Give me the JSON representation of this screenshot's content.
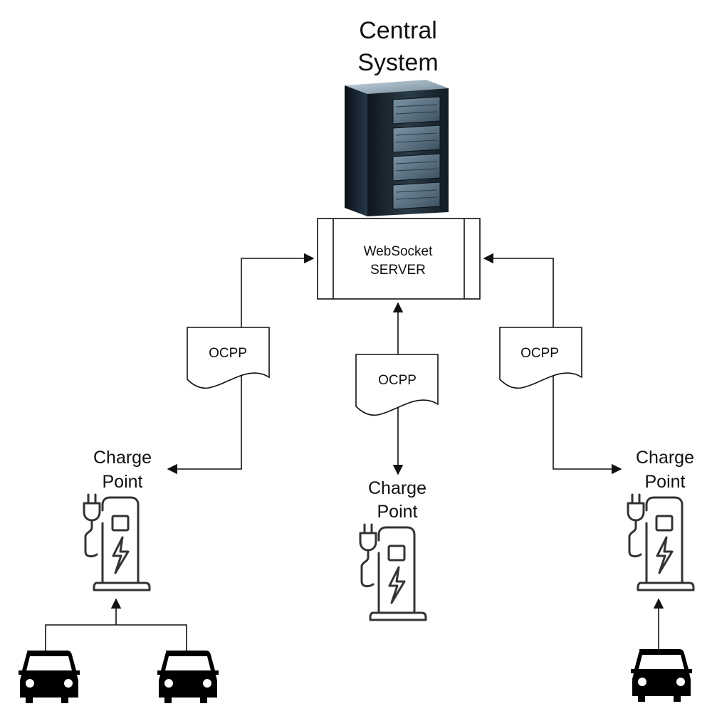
{
  "central": {
    "title_line1": "Central",
    "title_line2": "System",
    "server_icon": "server-rack-icon"
  },
  "websocket": {
    "line1": "WebSocket",
    "line2": "SERVER"
  },
  "ocpp_labels": [
    "OCPP",
    "OCPP",
    "OCPP"
  ],
  "charge_points": [
    {
      "line1": "Charge",
      "line2": "Point",
      "icon": "ev-charger-icon"
    },
    {
      "line1": "Charge",
      "line2": "Point",
      "icon": "ev-charger-icon"
    },
    {
      "line1": "Charge",
      "line2": "Point",
      "icon": "ev-charger-icon"
    }
  ],
  "vehicles": [
    {
      "icon": "car-icon"
    },
    {
      "icon": "car-icon"
    },
    {
      "icon": "car-icon"
    }
  ],
  "colors": {
    "line": "#111111",
    "server_dark": "#1b2630",
    "server_mid": "#3d5568",
    "server_light": "#9fb3c2"
  }
}
